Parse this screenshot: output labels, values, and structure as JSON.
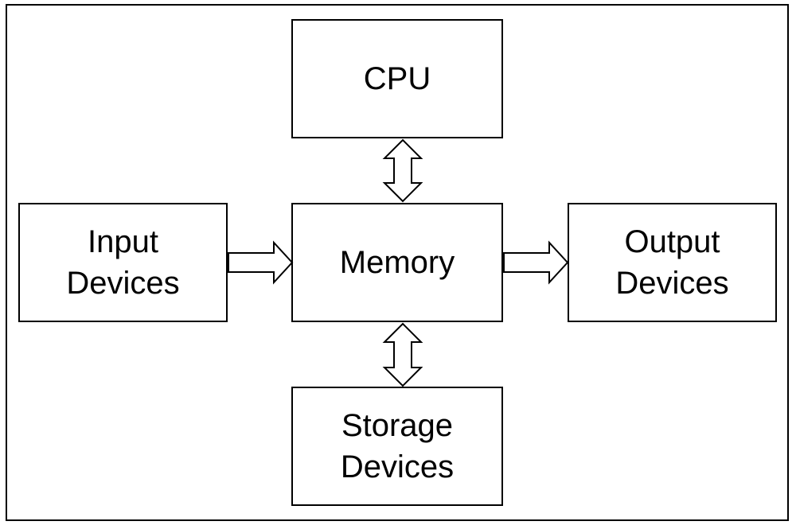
{
  "nodes": {
    "cpu": {
      "lines": [
        "CPU"
      ]
    },
    "memory": {
      "lines": [
        "Memory"
      ]
    },
    "input": {
      "lines": [
        "Input",
        "Devices"
      ]
    },
    "output": {
      "lines": [
        "Output",
        "Devices"
      ]
    },
    "storage": {
      "lines": [
        "Storage",
        "Devices"
      ]
    }
  },
  "edges": [
    {
      "from": "cpu",
      "to": "memory",
      "direction": "bidirectional"
    },
    {
      "from": "input",
      "to": "memory",
      "direction": "forward"
    },
    {
      "from": "memory",
      "to": "output",
      "direction": "forward"
    },
    {
      "from": "memory",
      "to": "storage",
      "direction": "bidirectional"
    }
  ],
  "colors": {
    "stroke": "#000000",
    "fill": "#ffffff",
    "background": "#ffffff"
  }
}
